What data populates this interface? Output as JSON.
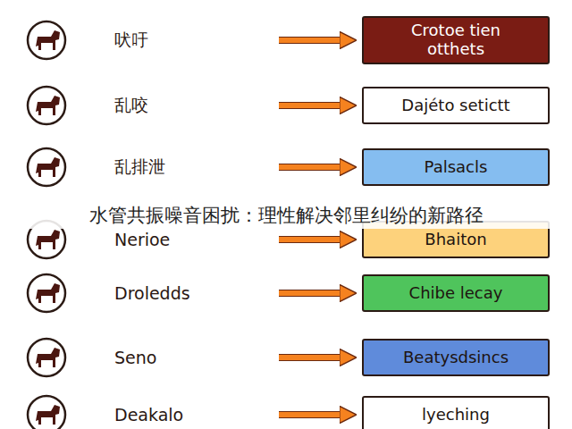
{
  "diagram": {
    "title": "水管共振噪音困扰：理性解决邻里纠纷的新路径",
    "nodes": [
      {
        "text": [
          "吠吁"
        ]
      },
      {
        "text": [
          "Crotoe tien otthets"
        ]
      },
      {
        "text": [
          "乱咬"
        ]
      },
      {
        "text": [
          "Dajéto setictt"
        ]
      },
      {
        "text": [
          "乱排泄"
        ]
      },
      {
        "text": [
          "Palsacls"
        ]
      },
      {
        "text": [
          "Nerioe"
        ]
      },
      {
        "text": [
          "Bhaiton"
        ]
      },
      {
        "text": [
          "Droledds"
        ]
      },
      {
        "text": [
          "Chibe lecay"
        ]
      },
      {
        "text": [
          "Seno"
        ]
      },
      {
        "text": [
          "Beatysdsincs"
        ]
      },
      {
        "text": [
          "Deakalo"
        ]
      },
      {
        "text": [
          "lyeching"
        ]
      }
    ],
    "edges": [
      {
        "from": 0,
        "to": 1,
        "arrow": "to"
      },
      {
        "from": 2,
        "to": 3,
        "arrow": "to"
      },
      {
        "from": 4,
        "to": 5,
        "arrow": "to"
      },
      {
        "from": 6,
        "to": 7,
        "arrow": "to"
      },
      {
        "from": 8,
        "to": 9,
        "arrow": "to"
      },
      {
        "from": 10,
        "to": 11,
        "arrow": "to"
      },
      {
        "from": 12,
        "to": 13,
        "arrow": "to"
      }
    ]
  }
}
